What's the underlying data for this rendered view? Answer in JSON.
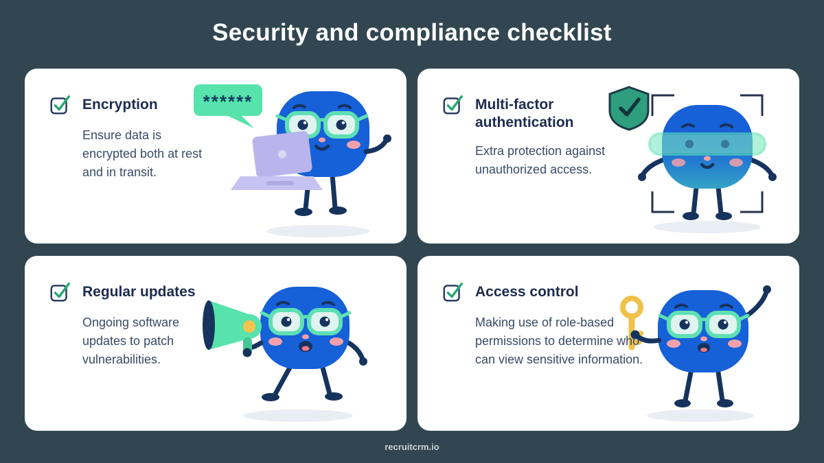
{
  "page": {
    "title": "Security and compliance checklist",
    "footer": "recruitcrm.io"
  },
  "colors": {
    "background": "#314650",
    "card": "#ffffff",
    "title_text": "#ffffff",
    "heading_text": "#1d2b4f",
    "body_text": "#394a66",
    "check_green": "#2aa671",
    "mascot_blue": "#1660d8",
    "glasses_mint": "#5ee0b4",
    "bubble_mint": "#57e3ab",
    "laptop_lavender": "#b9b5ec",
    "megaphone_mint": "#57e3ab",
    "megaphone_yellow": "#f6c34d",
    "key_gold": "#f0c24b",
    "shield_green": "#2e9e7e"
  },
  "cards": [
    {
      "id": "encryption",
      "title": "Encryption",
      "description": "Ensure data is encrypted both at rest and in transit.",
      "illustration": "mascot-with-laptop-and-password-bubble",
      "bubble_text": "******"
    },
    {
      "id": "multi-factor-authentication",
      "title": "Multi-factor authentication",
      "description": "Extra protection against unauthorized access.",
      "illustration": "mascot-face-scan-with-shield"
    },
    {
      "id": "regular-updates",
      "title": "Regular updates",
      "description": "Ongoing software updates to patch vulnerabilities.",
      "illustration": "mascot-with-megaphone"
    },
    {
      "id": "access-control",
      "title": "Access control",
      "description": "Making use of role-based permissions to determine who can view sensitive information.",
      "illustration": "mascot-holding-key"
    }
  ]
}
